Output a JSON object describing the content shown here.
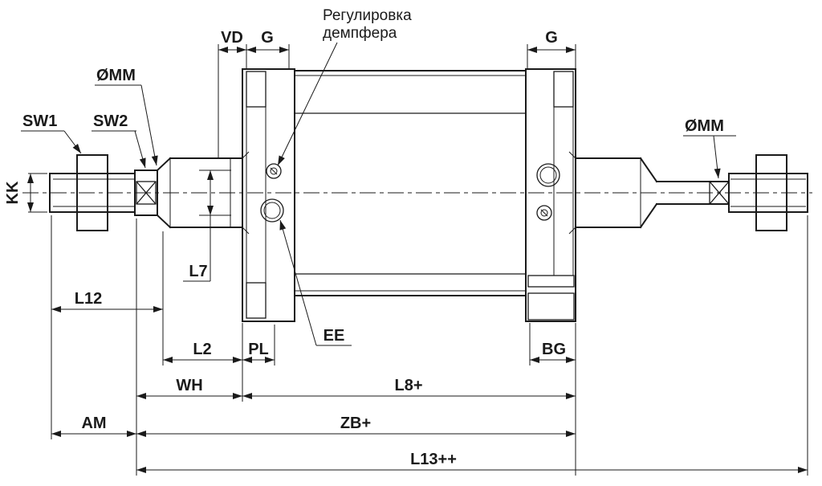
{
  "meta": {
    "title": "Pneumatic cylinder dimensional drawing",
    "type": "technical-drawing"
  },
  "colors": {
    "line": "#1a1a1a",
    "background": "#ffffff"
  },
  "labels": {
    "damper_adjust_line1": "Регулировка",
    "damper_adjust_line2": "демпфера",
    "vd": "VD",
    "g_left": "G",
    "g_right": "G",
    "omm_left": "ØMM",
    "omm_right": "ØMM",
    "sw1": "SW1",
    "sw2": "SW2",
    "kk": "KK",
    "l7": "L7",
    "l12": "L12",
    "l2": "L2",
    "pl": "PL",
    "ee": "EE",
    "bg": "BG",
    "wh": "WH",
    "l8": "L8+",
    "am": "AM",
    "zb": "ZB+",
    "l13": "L13++"
  }
}
